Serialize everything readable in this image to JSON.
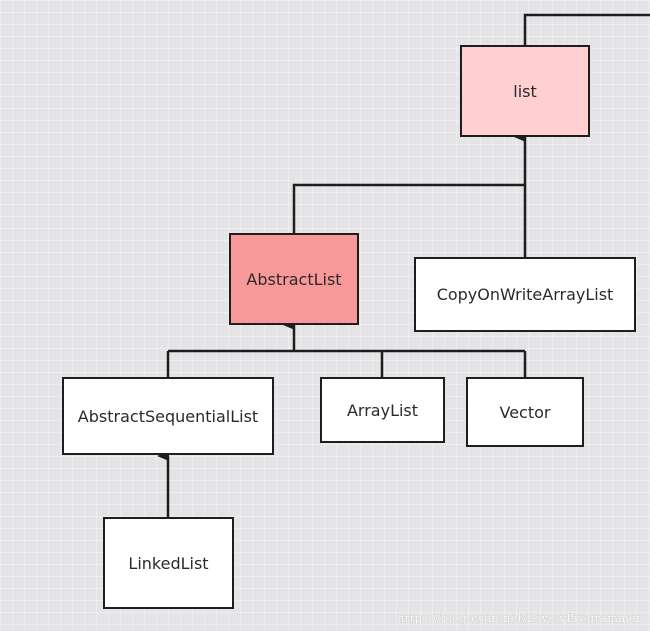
{
  "diagram": {
    "nodes": {
      "list": "list",
      "abstract_list": "AbstractList",
      "copy_on_write": "CopyOnWriteArrayList",
      "abstract_sequential": "AbstractSequentialList",
      "array_list": "ArrayList",
      "vector": "Vector",
      "linked_list": "LinkedList"
    },
    "colors": {
      "list_fill": "#ffcfd2",
      "abstract_list_fill": "#f99898",
      "default_fill": "#ffffff",
      "stroke": "#1e1e1e"
    },
    "edges": [
      {
        "from": "abstract_list",
        "to": "list"
      },
      {
        "from": "copy_on_write",
        "to": "list"
      },
      {
        "from": "abstract_sequential",
        "to": "abstract_list"
      },
      {
        "from": "array_list",
        "to": "abstract_list"
      },
      {
        "from": "vector",
        "to": "abstract_list"
      },
      {
        "from": "linked_list",
        "to": "abstract_sequential"
      }
    ]
  },
  "watermark": "https://blog.csdn.net/LovelyProgrammer"
}
